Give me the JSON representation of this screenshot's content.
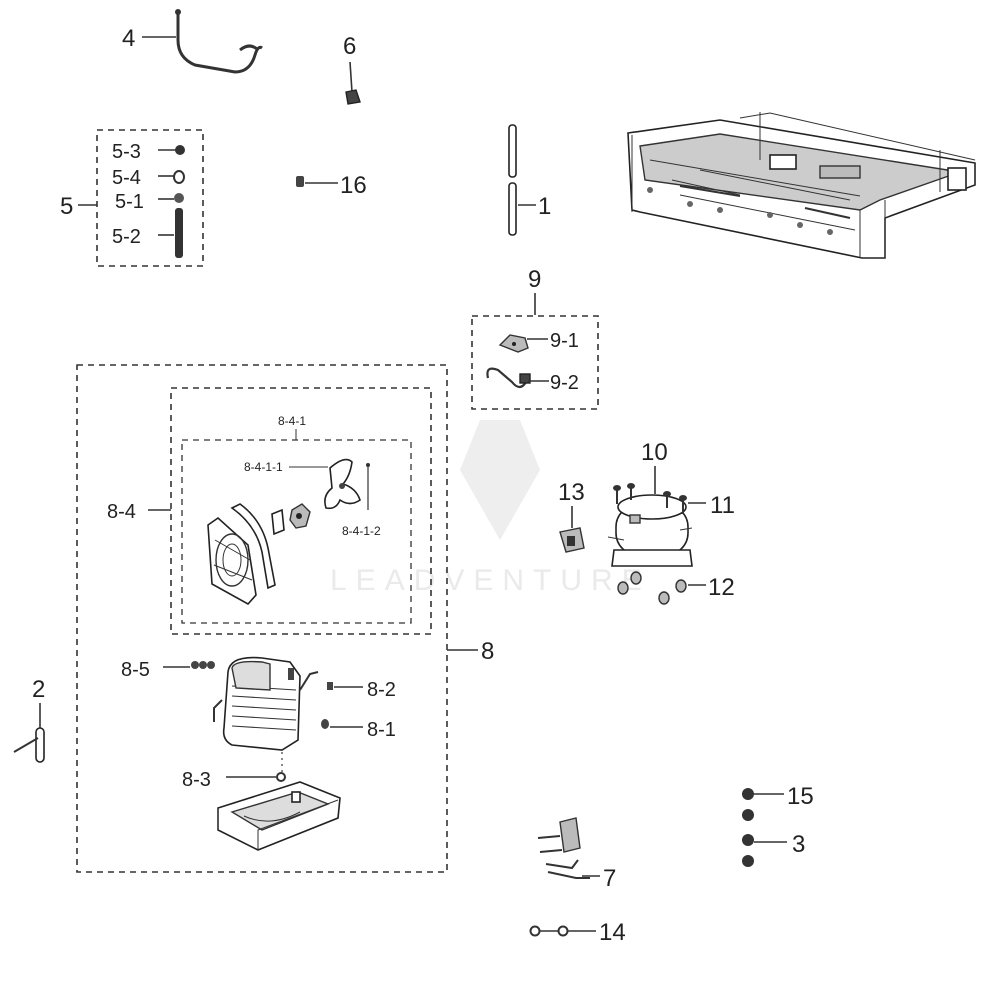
{
  "diagram": {
    "watermark": "LEADVENTURE",
    "callouts": {
      "c1": "1",
      "c2": "2",
      "c3": "3",
      "c4": "4",
      "c5": "5",
      "c5_1": "5-1",
      "c5_2": "5-2",
      "c5_3": "5-3",
      "c5_4": "5-4",
      "c6": "6",
      "c7": "7",
      "c8": "8",
      "c8_1": "8-1",
      "c8_2": "8-2",
      "c8_3": "8-3",
      "c8_4": "8-4",
      "c8_4_1": "8-4-1",
      "c8_4_1_1": "8-4-1-1",
      "c8_4_1_2": "8-4-1-2",
      "c8_5": "8-5",
      "c9": "9",
      "c9_1": "9-1",
      "c9_2": "9-2",
      "c10": "10",
      "c11": "11",
      "c12": "12",
      "c13": "13",
      "c14": "14",
      "c15": "15",
      "c16": "16"
    }
  }
}
